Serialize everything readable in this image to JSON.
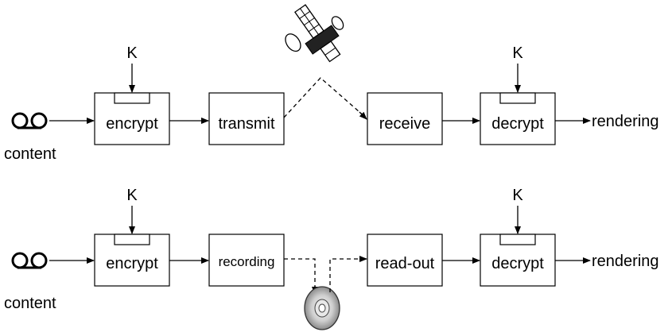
{
  "rows": [
    {
      "id": "broadcast",
      "key_in": "K",
      "key_out": "K",
      "source_label": "content",
      "stages": [
        "encrypt",
        "transmit",
        "receive",
        "decrypt"
      ],
      "output_label": "rendering",
      "channel_icon": "satellite-icon"
    },
    {
      "id": "storage",
      "key_in": "K",
      "key_out": "K",
      "source_label": "content",
      "stages": [
        "encrypt",
        "recording",
        "read-out",
        "decrypt"
      ],
      "output_label": "rendering",
      "channel_icon": "disc-icon"
    }
  ],
  "icons": {
    "source": "cassette-icon"
  }
}
